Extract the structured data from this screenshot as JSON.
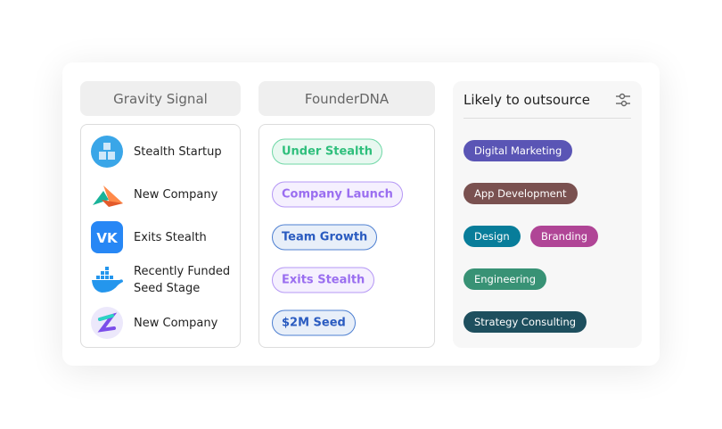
{
  "gravity": {
    "title": "Gravity Signal",
    "items": [
      {
        "label": "Stealth Startup",
        "icon": "blocks-logo-icon"
      },
      {
        "label": "New Company",
        "icon": "paper-plane-logo-icon"
      },
      {
        "label": "Exits Stealth",
        "icon": "vk-logo-icon"
      },
      {
        "label": "Recently Funded Seed Stage",
        "icon": "docker-whale-logo-icon"
      },
      {
        "label": "New Company",
        "icon": "gradient-z-logo-icon"
      }
    ]
  },
  "founder": {
    "title": "FounderDNA",
    "items": [
      {
        "label": "Under Stealth",
        "color": "#2fbf7c",
        "bg": "#e8f8f0"
      },
      {
        "label": "Company Launch",
        "color": "#9a6ef0",
        "bg": "#f5f0fe"
      },
      {
        "label": "Team Growth",
        "color": "#2a5bc0",
        "bg": "#e8eff9"
      },
      {
        "label": "Exits Stealth",
        "color": "#9a6ef0",
        "bg": "#f5f0fe"
      },
      {
        "label": "$2M Seed",
        "color": "#2a5bc0",
        "bg": "#e8eff9"
      }
    ]
  },
  "outsource": {
    "title": "Likely to outsource",
    "filter_icon": "sliders-icon",
    "tags": [
      {
        "label": "Digital Marketing",
        "color": "#5a55b5"
      },
      {
        "label": "App Development",
        "color": "#7a5150"
      },
      {
        "label": "Design",
        "color": "#087d9a"
      },
      {
        "label": "Branding",
        "color": "#b04596"
      },
      {
        "label": "Engineering",
        "color": "#389275"
      },
      {
        "label": "Strategy Consulting",
        "color": "#1e4f5e"
      }
    ]
  }
}
